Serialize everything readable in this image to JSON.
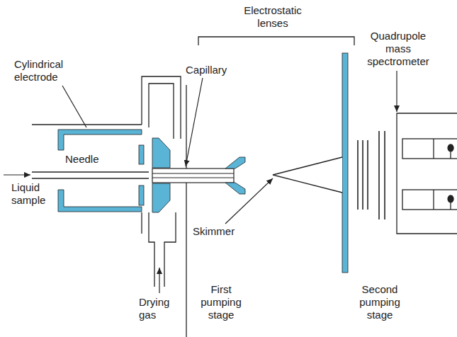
{
  "diagram": {
    "labels": [
      "Electrostatic lenses",
      "Quadrupole mass spectrometer",
      "Cylindrical electrode",
      "Capillary",
      "Needle",
      "Liquid sample",
      "Skimmer",
      "Drying gas",
      "First pumping stage",
      "Second pumping stage"
    ]
  }
}
